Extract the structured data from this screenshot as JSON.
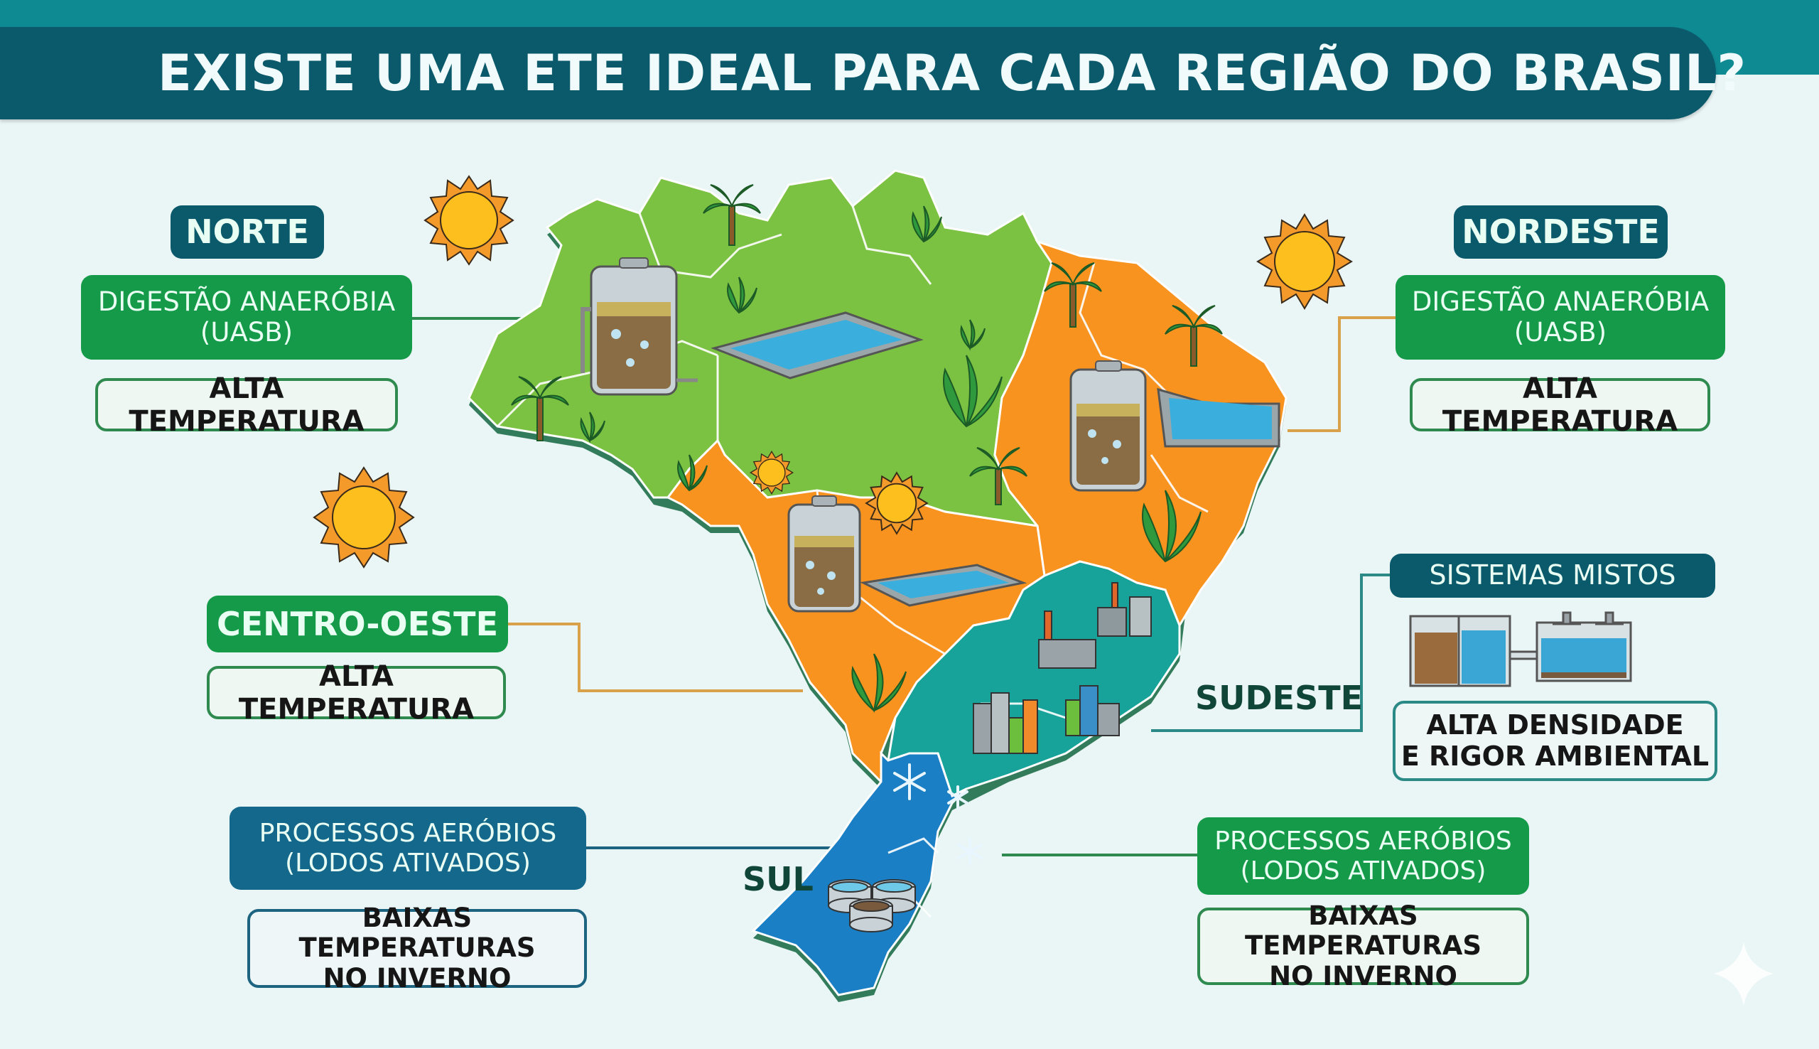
{
  "title": "EXISTE UMA ETE IDEAL PARA CADA REGIÃO DO BRASIL?",
  "colors": {
    "top_band": "#0e8a93",
    "title_bar": "#0b5a6b",
    "background": "#eaf5f5",
    "norte_region": "#7cc242",
    "nordeste_centro_region": "#f7931e",
    "sudeste_region": "#17a39a",
    "sul_region": "#1a7fc4",
    "green_box": "#149a48",
    "navy_box": "#0b5a6b",
    "blue_box": "#14688c",
    "connector_orange": "#d9a24a"
  },
  "regions": {
    "norte": {
      "name": "NORTE",
      "technology": "DIGESTÃO ANAERÓBIA (UASB)",
      "technology_line1": "DIGESTÃO ANAERÓBIA",
      "technology_line2": "(UASB)",
      "condition": "ALTA TEMPERATURA",
      "icons": [
        "sun-icon",
        "uasb-reactor-icon",
        "lagoon-icon",
        "palm-tree-icon",
        "plant-icon"
      ]
    },
    "nordeste": {
      "name": "NORDESTE",
      "technology": "DIGESTÃO ANAERÓBIA (UASB)",
      "technology_line1": "DIGESTÃO ANAERÓBIA",
      "technology_line2": "(UASB)",
      "condition": "ALTA TEMPERATURA",
      "icons": [
        "sun-icon",
        "uasb-reactor-icon",
        "lagoon-icon",
        "palm-tree-icon",
        "plant-icon"
      ]
    },
    "centro_oeste": {
      "name": "CENTRO-OESTE",
      "condition": "ALTA TEMPERATURA",
      "icons": [
        "sun-icon",
        "uasb-reactor-icon",
        "lagoon-icon",
        "plant-icon"
      ]
    },
    "sudeste": {
      "name": "SUDESTE",
      "technology": "SISTEMAS MISTOS",
      "condition": "ALTA DENSIDADE E RIGOR AMBIENTAL",
      "condition_line1": "ALTA DENSIDADE",
      "condition_line2": "E RIGOR AMBIENTAL",
      "icons": [
        "factory-icon",
        "city-buildings-icon",
        "mixed-treatment-tanks-icon"
      ]
    },
    "sul": {
      "name": "SUL",
      "technology": "PROCESSOS AERÓBIOS (LODOS ATIVADOS)",
      "technology_line1": "PROCESSOS AERÓBIOS",
      "technology_line2": "(LODOS ATIVADOS)",
      "condition": "BAIXAS TEMPERATURAS NO INVERNO",
      "condition_line1": "BAIXAS TEMPERATURAS",
      "condition_line2": "NO INVERNO",
      "icons": [
        "snowflake-icon",
        "circular-clarifier-icon"
      ]
    }
  },
  "sul_right_panel": {
    "technology_line1": "PROCESSOS AERÓBIOS",
    "technology_line2": "(LODOS ATIVADOS)",
    "condition_line1": "BAIXAS TEMPERATURAS",
    "condition_line2": "NO INVERNO"
  }
}
